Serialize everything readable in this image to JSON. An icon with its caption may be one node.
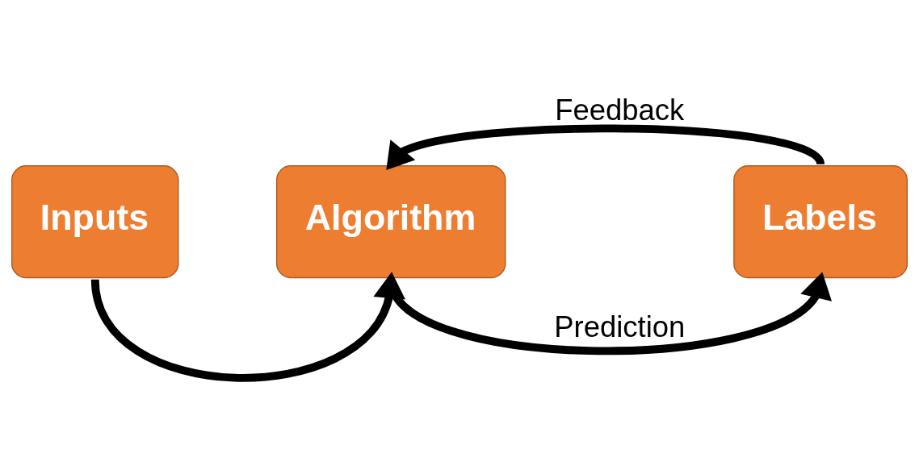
{
  "diagram": {
    "nodes": [
      {
        "text": [
          "Inputs"
        ]
      },
      {
        "text": [
          "Algorithm"
        ]
      },
      {
        "text": [
          "Labels"
        ]
      }
    ],
    "edges": [
      {
        "from": 0,
        "to": 1,
        "arrow": "to"
      },
      {
        "from": 1,
        "to": 2,
        "arrow": "to",
        "label": "Prediction"
      },
      {
        "from": 2,
        "to": 1,
        "arrow": "to",
        "label": "Feedback"
      }
    ]
  }
}
